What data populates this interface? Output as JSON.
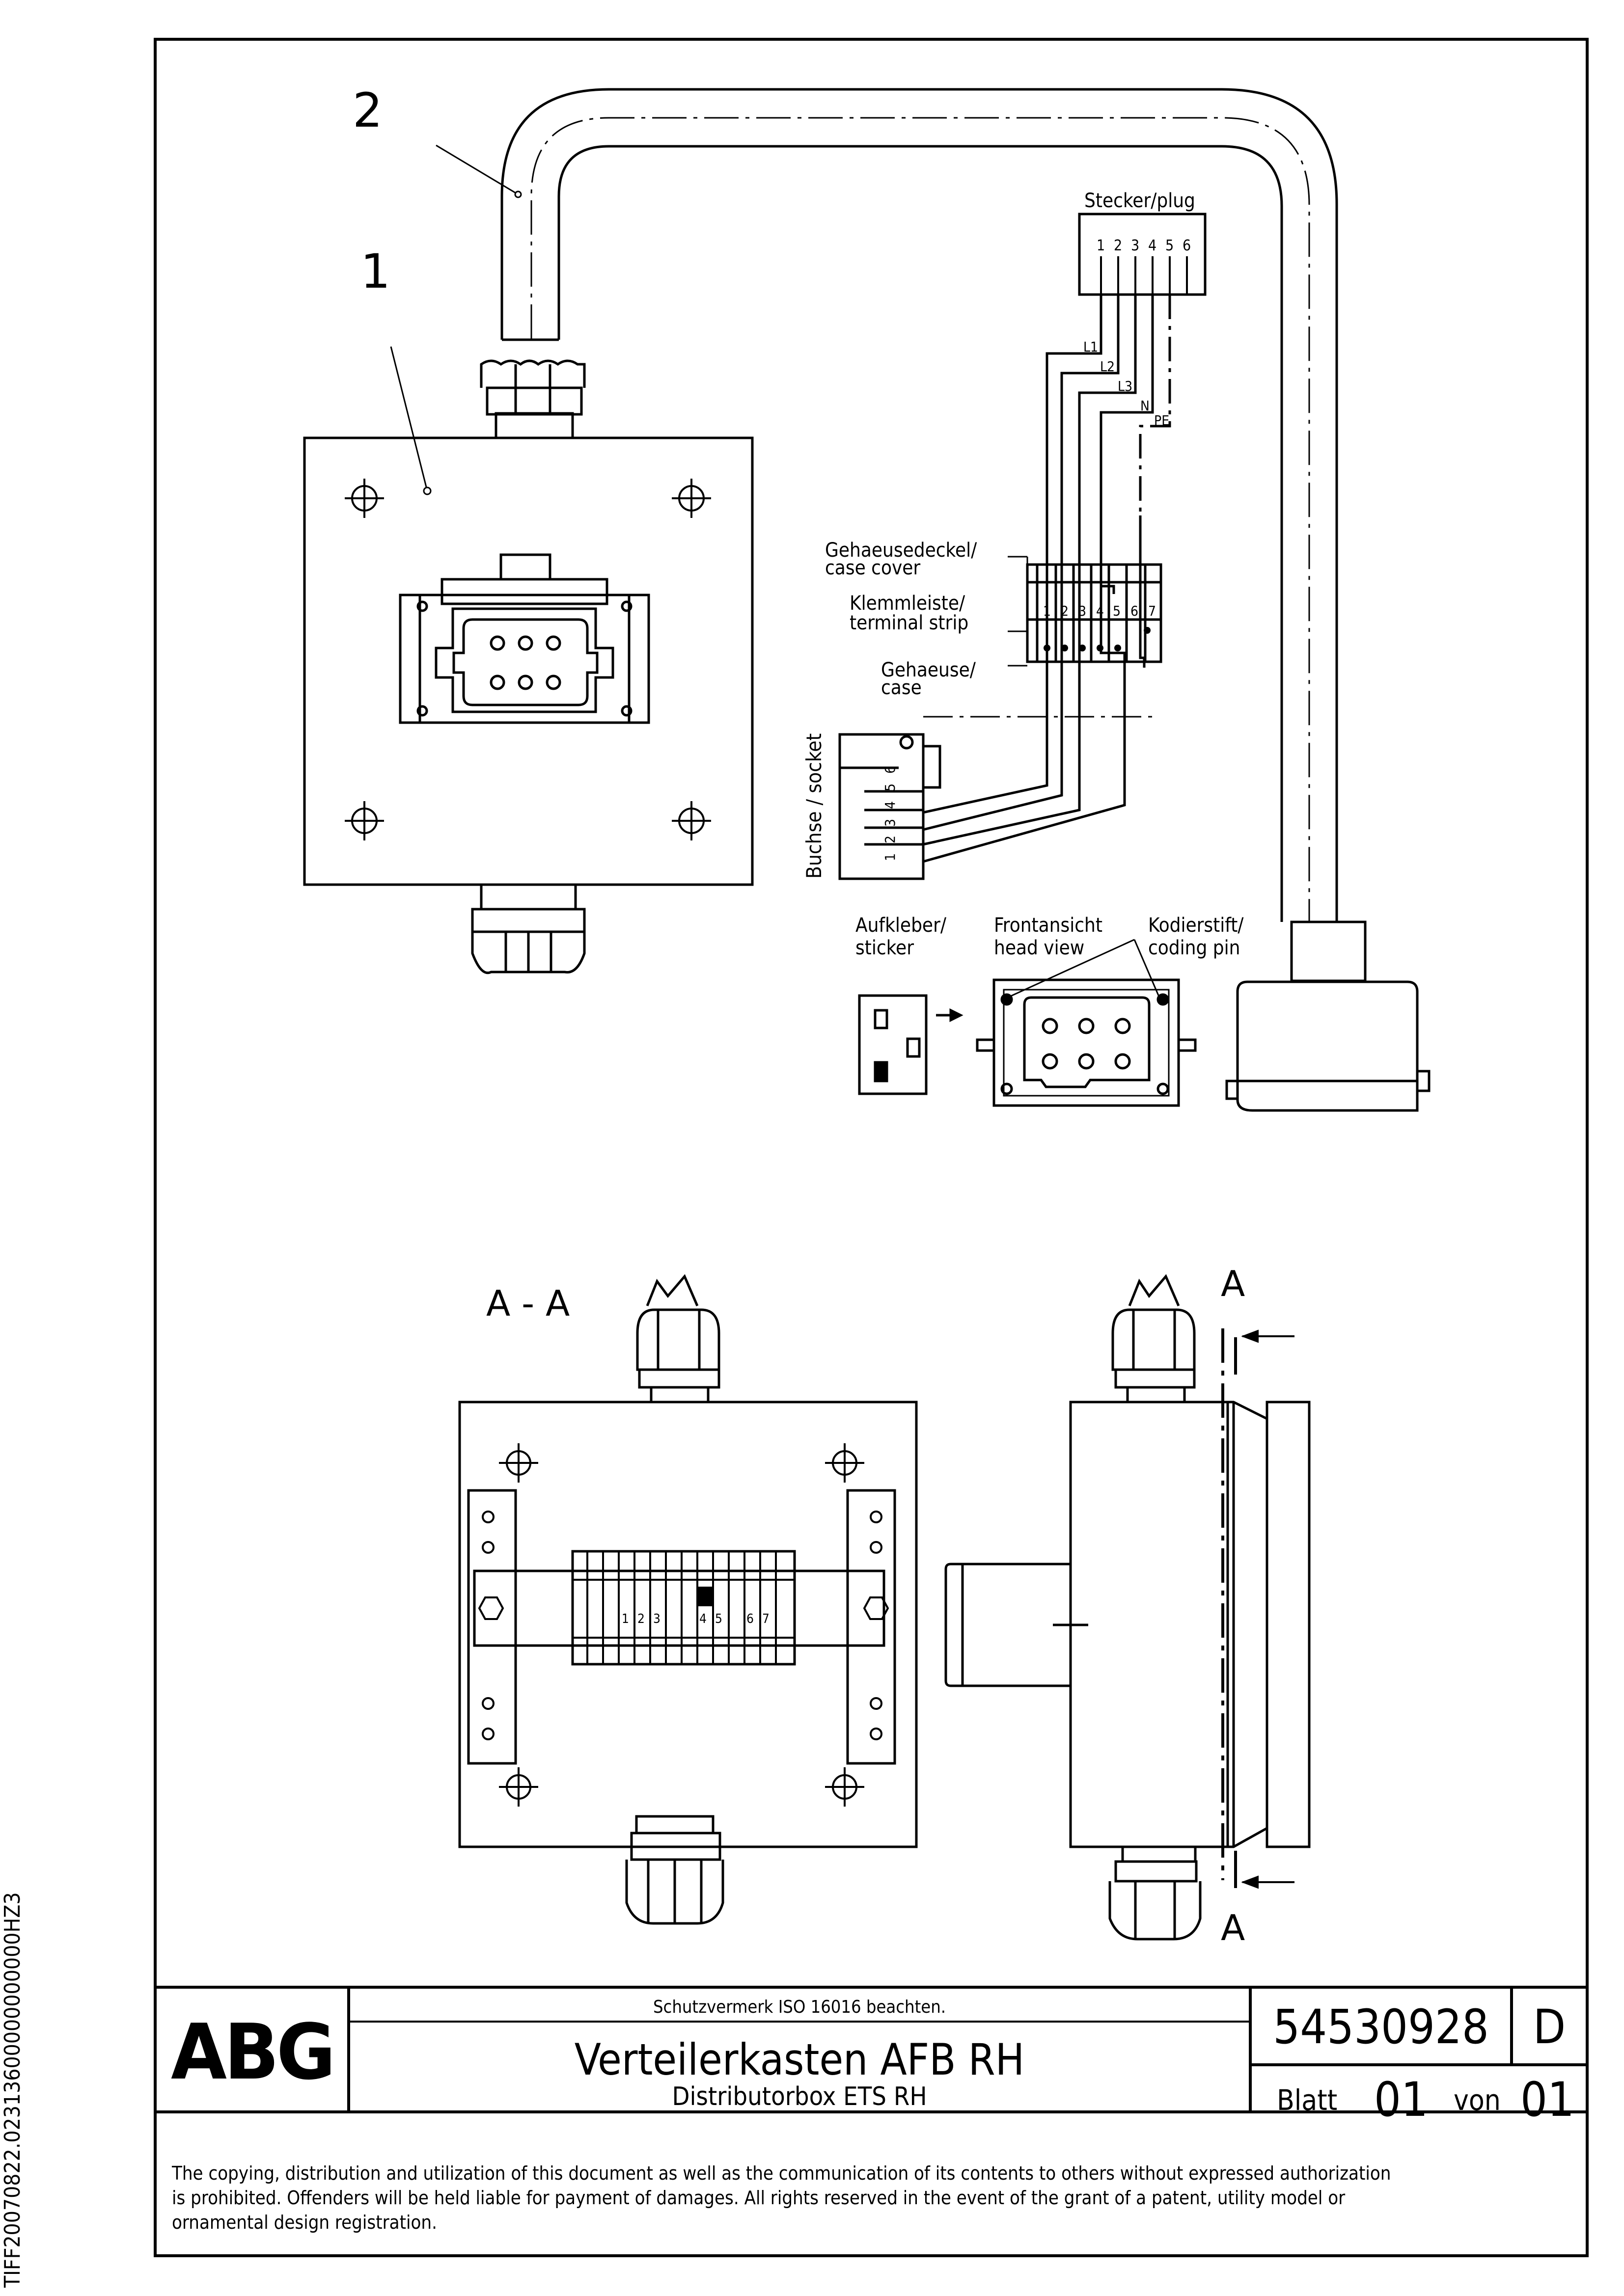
{
  "side_code": "TIFF20070822.02313600000000000HZ3",
  "callouts": {
    "item1": "1",
    "item2": "2"
  },
  "plug": {
    "title": "Stecker/plug",
    "pins": [
      "1",
      "2",
      "3",
      "4",
      "5",
      "6"
    ]
  },
  "wires": [
    "L1",
    "L2",
    "L3",
    "N",
    "PE"
  ],
  "labels": {
    "case_cover_de": "Gehaeusedeckel/",
    "case_cover_en": "case cover",
    "terminal_strip_de": "Klemmleiste/",
    "terminal_strip_en": "terminal strip",
    "case_de": "Gehaeuse/",
    "case_en": "case",
    "socket": "Buchse / socket",
    "sticker_de": "Aufkleber/",
    "sticker_en": "sticker",
    "head_view_de": "Frontansicht",
    "head_view_en": "head view",
    "coding_pin_de": "Kodierstift/",
    "coding_pin_en": "coding pin"
  },
  "terminal_numbers": [
    "1",
    "2",
    "3",
    "4",
    "5",
    "6",
    "7"
  ],
  "socket_pins": [
    "1",
    "2",
    "3",
    "4",
    "5",
    "6"
  ],
  "section": {
    "title": "A - A",
    "mark_top": "A",
    "mark_bottom": "A"
  },
  "title_block": {
    "logo": "ABG",
    "note": "Schutzvermerk ISO 16016 beachten.",
    "title_de": "Verteilerkasten AFB RH",
    "title_en": "Distributorbox ETS RH",
    "drawing_number": "54530928",
    "revision": "D",
    "sheet_label": "Blatt",
    "sheet_number": "01",
    "of_label": "von",
    "sheet_total": "01"
  },
  "copyright": [
    "The copying, distribution and utilization of this document as well as the communication of its contents to others without expressed authorization",
    "is prohibited. Offenders will be held liable for payment of damages. All rights reserved in the event of the grant of a patent, utility model or",
    "ornamental design registration."
  ]
}
